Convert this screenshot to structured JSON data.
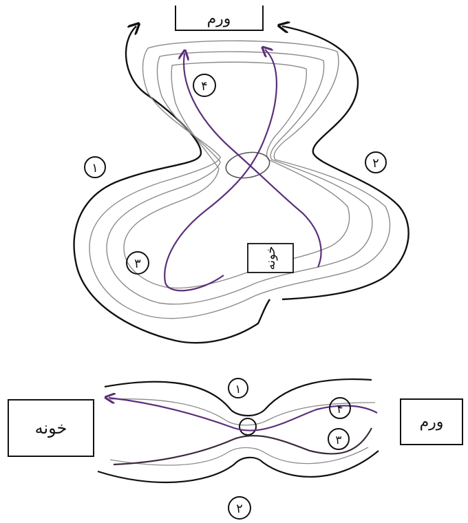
{
  "top_diagram": {
    "box_top": "ورم",
    "box_center": "خونه",
    "circle_1": "١",
    "circle_2": "٢",
    "circle_3": "٣",
    "circle_4": "۴"
  },
  "bottom_diagram": {
    "box_left": "خونه",
    "box_right": "ورم",
    "circle_1": "١",
    "circle_2": "٢",
    "circle_3": "٣",
    "circle_4": "۴"
  },
  "colors": {
    "ink": "#111111",
    "pencil": "#8a8a8a",
    "violet": "#5a2f7a"
  }
}
